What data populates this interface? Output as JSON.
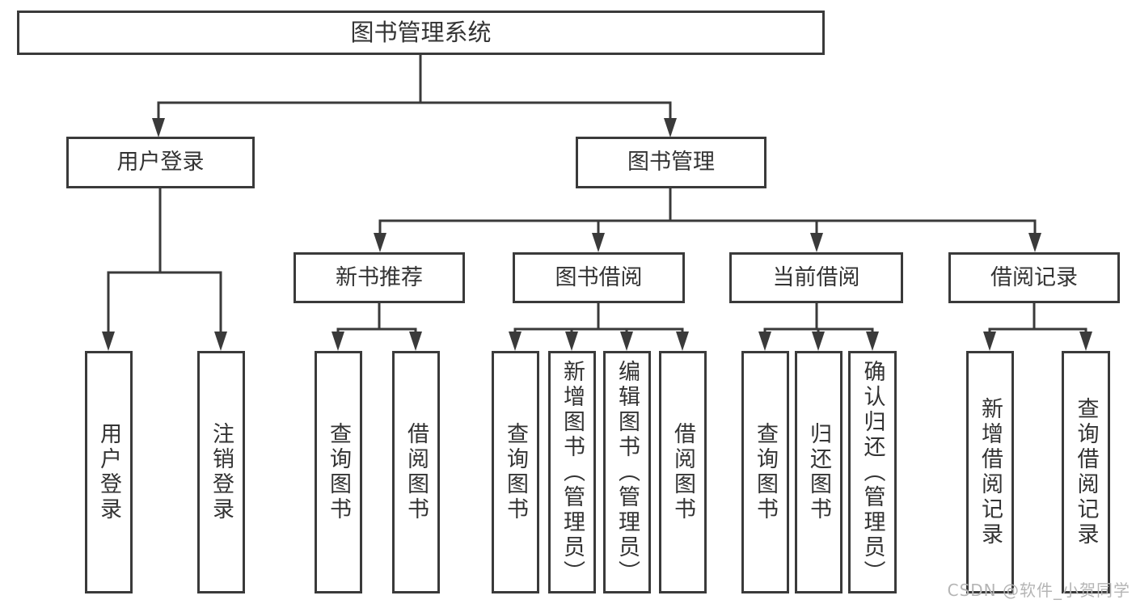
{
  "nodes": {
    "root": {
      "label": "图书管理系统"
    },
    "user_login_group": {
      "label": "用户登录"
    },
    "book_mgmt_group": {
      "label": "图书管理"
    },
    "new_book_rec": {
      "label": "新书推荐"
    },
    "book_borrow": {
      "label": "图书借阅"
    },
    "current_borrow": {
      "label": "当前借阅"
    },
    "borrow_records": {
      "label": "借阅记录"
    },
    "leaf_user_login": {
      "label": "用户登录"
    },
    "leaf_logout": {
      "label": "注销登录"
    },
    "leaf_rec_query_books": {
      "label": "查询图书"
    },
    "leaf_rec_borrow_books": {
      "label": "借阅图书"
    },
    "leaf_bb_query_books": {
      "label": "查询图书"
    },
    "leaf_bb_add_books": {
      "label": "新增图书（管理员）"
    },
    "leaf_bb_edit_books": {
      "label": "编辑图书（管理员）"
    },
    "leaf_bb_borrow_books": {
      "label": "借阅图书"
    },
    "leaf_cb_query_books": {
      "label": "查询图书"
    },
    "leaf_cb_return_books": {
      "label": "归还图书"
    },
    "leaf_cb_confirm_return": {
      "label": "确认归还（管理员）"
    },
    "leaf_br_add_record": {
      "label": "新增借阅记录"
    },
    "leaf_br_query_record": {
      "label": "查询借阅记录"
    }
  },
  "watermark": {
    "text": "CSDN @软件_小贺同学"
  },
  "colors": {
    "line": "#3a3a3a",
    "text": "#333333",
    "background": "#ffffff",
    "watermark": "#b5b5b5"
  }
}
